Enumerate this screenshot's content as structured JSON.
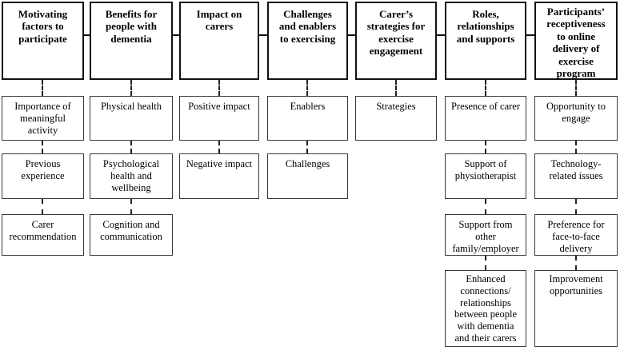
{
  "figure": {
    "type": "thematic-map",
    "colors": {
      "background": "#ffffff",
      "box_border": "#3a3a3a",
      "header_border": "#111111",
      "text": "#000000",
      "connector": "#222222"
    }
  },
  "columns": [
    {
      "header": "Motivating\nfactors to\nparticipate",
      "children": [
        "Importance of\nmeaningful\nactivity",
        "Previous\nexperience",
        "Carer\nrecommendation"
      ]
    },
    {
      "header": "Benefits for\npeople with\ndementia",
      "children": [
        "Physical health",
        "Psychological\nhealth and\nwellbeing",
        "Cognition and\ncommunication"
      ]
    },
    {
      "header": "Impact on\ncarers",
      "children": [
        "Positive impact",
        "Negative impact"
      ]
    },
    {
      "header": "Challenges\nand enablers\nto exercising",
      "children": [
        "Enablers",
        "Challenges"
      ]
    },
    {
      "header": "Carer’s\nstrategies for\nexercise\nengagement",
      "children": [
        "Strategies"
      ]
    },
    {
      "header": "Roles,\nrelationships\nand supports",
      "children": [
        "Presence of carer",
        "Support of\nphysiotherapist",
        "Support from\nother\nfamily/employer",
        "Enhanced\nconnections/\nrelationships\nbetween people\nwith dementia\nand their carers"
      ]
    },
    {
      "header": "Participants’\nreceptiveness\nto online\ndelivery of\nexercise\nprogram",
      "children": [
        "Opportunity to\nengage",
        "Technology-\nrelated issues",
        "Preference for\nface-to-face\ndelivery",
        "Improvement\nopportunities"
      ]
    }
  ]
}
